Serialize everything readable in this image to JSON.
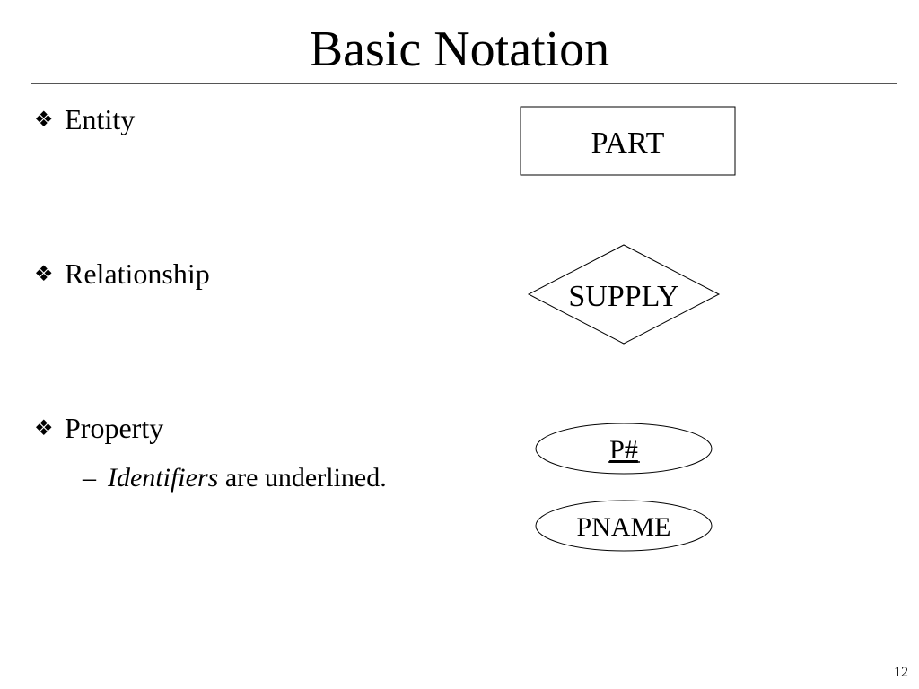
{
  "slide": {
    "title": "Basic Notation",
    "page_number": "12"
  },
  "bullets": {
    "entity": {
      "icon": "diamond-bullet-icon",
      "label": "Entity"
    },
    "relationship": {
      "icon": "diamond-bullet-icon",
      "label": "Relationship"
    },
    "property": {
      "icon": "diamond-bullet-icon",
      "label": "Property"
    }
  },
  "sub_bullet": {
    "dash": "–",
    "emphasis": "Identifiers",
    "rest": " are underlined."
  },
  "diagram": {
    "entity_label": "PART",
    "relationship_label": "SUPPLY",
    "identifier_attribute": "P#",
    "attribute": "PNAME"
  }
}
